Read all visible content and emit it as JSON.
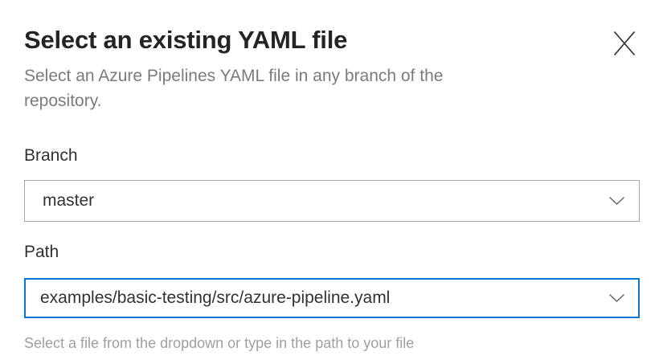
{
  "dialog": {
    "title": "Select an existing YAML file",
    "subtitle": "Select an Azure Pipelines YAML file in any branch of the repository.",
    "close_icon": "close-x",
    "fields": {
      "branch": {
        "label": "Branch",
        "value": "master",
        "chevron_icon": "chevron-down"
      },
      "path": {
        "label": "Path",
        "value": "examples/basic-testing/src/azure-pipeline.yaml",
        "chevron_icon": "chevron-down",
        "helper": "Select a file from the dropdown or type in the path to your file"
      }
    },
    "colors": {
      "accent": "#0078d4",
      "dropdown_border": "#a6a6a6",
      "text_primary": "#323130",
      "text_title": "#252423",
      "text_secondary": "#7d7b7a",
      "text_helper": "#a19f9d",
      "icon_gray": "#666666"
    }
  }
}
